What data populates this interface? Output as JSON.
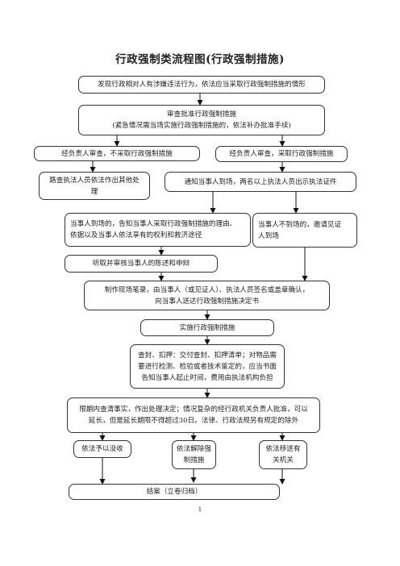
{
  "title": "行政强制类流程图(行政强制措施)",
  "nodes": {
    "discover": "发现行政相对人有涉嫌违法行为，依法应当采取行政强制措施的情形",
    "approve": "审查批准行政强制措施\n(紧急情况需当场实施行政强制措施的，依法补办批准手续)",
    "no_measure": "经负责人审查，不采取行政强制措施",
    "take_measure": "经负责人审查，采取行政强制措施",
    "other_handling": "路查执法人员依法作出其他处\n理",
    "notify": "通知当事人到场，两名以上执法人员出示执法证件",
    "present": "当事人到场的，告知当事人采取行政强制措施的理由、\n依据以及当事人依法享有的权利和救济途径",
    "absent": "当事人不到场的，邀请见证\n人到场",
    "hear": "听取并审核当事人的陈述和申辩",
    "record": "制作现场笔录，由当事人（或见证人）、执法人员签名或盖章确认，\n向当事人送达行政强制措施决定书",
    "implement": "实施行政强制措施",
    "seize": "查封、扣押：交付查封、扣押清单；对物品需\n要进行检测、检验或者技术鉴定的，应当书面\n告知当事人起止时间，费用由执法机构负担",
    "deadline": "限期内查清事实，作出处理决定；情况复杂的经行政机关负责人批准，可以\n延长，但是延长期限不得超过30日。法律、行政法规另有规定的除外",
    "confiscate": "依法予以没收",
    "release": "依法解除强\n制措施",
    "transfer": "依法移送有\n关机关",
    "close": "结案（立卷归档）"
  },
  "page_number": "1"
}
